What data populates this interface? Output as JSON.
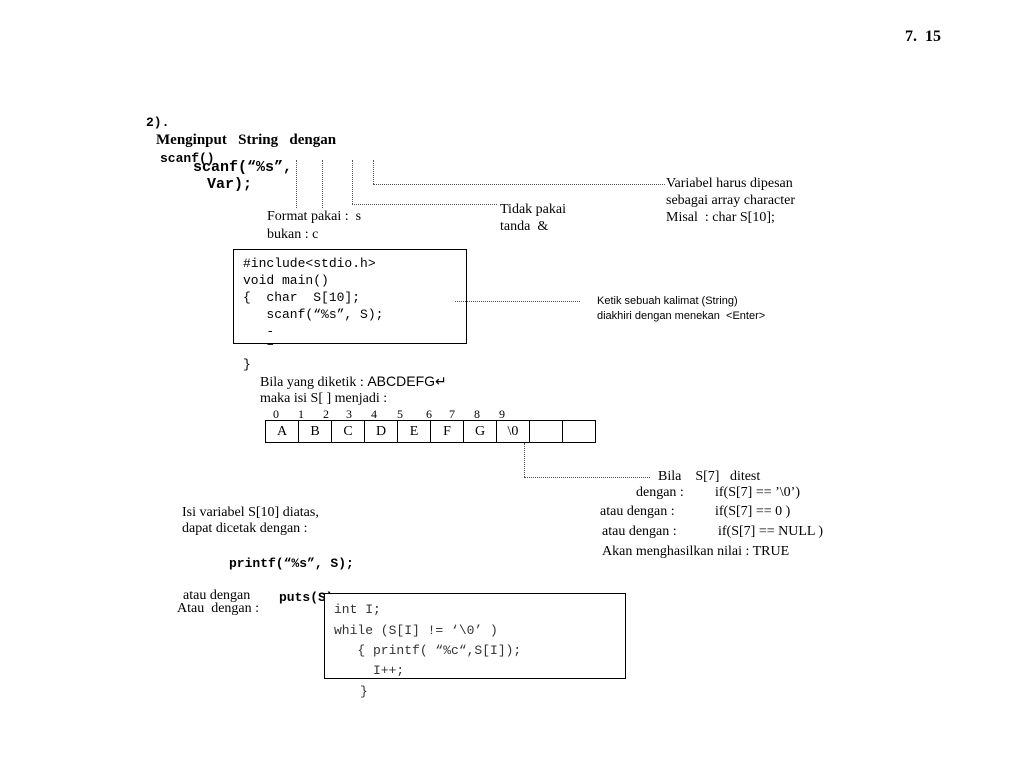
{
  "page_number": "7.  15",
  "heading": {
    "number": "2).",
    "text": "Menginput   String   dengan",
    "func": "scanf()"
  },
  "syntax": {
    "part1": "scanf(“%s”,",
    "part2": "Var);"
  },
  "notes": {
    "format_line1": "Format pakai :  s",
    "format_line2": "bukan : c",
    "ampersand_line1": "Tidak pakai",
    "ampersand_line2": "tanda  &",
    "variable_line1": "Variabel harus dipesan",
    "variable_line2": "sebagai array character",
    "variable_line3": "Misal  : char S[10];",
    "enter_line1": "Ketik sebuah kalimat (String)",
    "enter_line2": "diakhiri dengan menekan  <Enter>"
  },
  "code1": {
    "lines": [
      "#include<stdio.h>",
      "void main()",
      "{  char  S[10];",
      "   scanf(“%s”, S);",
      "   -",
      "   –"
    ],
    "closing": "}"
  },
  "input_example": {
    "line1_label": "Bila yang diketik :",
    "line1_value": "ABCDEFG↵",
    "line2": "maka isi S[ ] menjadi :"
  },
  "array": {
    "indices": [
      "0",
      "1",
      "2",
      "3",
      "4",
      "5",
      "6",
      "7",
      "8",
      "9"
    ],
    "cells": [
      "A",
      "B",
      "C",
      "D",
      "E",
      "F",
      "G",
      "\\0",
      "",
      ""
    ]
  },
  "test_notes": {
    "line1": "Bila    S[7]   ditest",
    "line2_label": "dengan :",
    "line2_value": "if(S[7] == ’\\0’)",
    "line3_label": "atau dengan :",
    "line3_value": "if(S[7] == 0 )",
    "line4_label": "atau dengan :",
    "line4_value": "if(S[7] == NULL )",
    "line5": "Akan menghasilkan nilai : TRUE"
  },
  "print_notes": {
    "line1": "Isi variabel S[10] diatas,",
    "line2": "dapat dicetak dengan :",
    "printf_code": "printf(“%s”, S);",
    "alt_label": "atau dengan",
    "alt_code": "puts(S);",
    "alt2_label": "Atau  dengan :"
  },
  "code2": {
    "lines": [
      "int I;",
      "while (S[I] != ‘\\0’ )",
      "   { printf( “%c“,S[I]);",
      "     I++;"
    ],
    "closing": "}"
  }
}
